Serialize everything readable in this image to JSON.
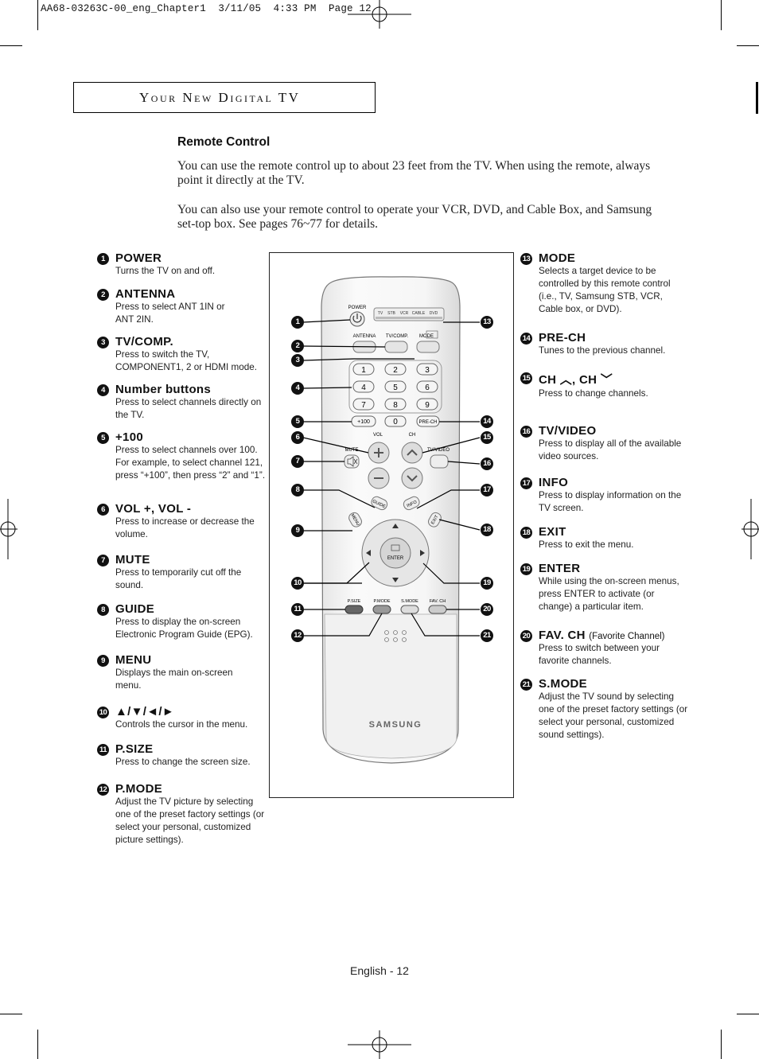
{
  "slug": "AA68-03263C-00_eng_Chapter1  3/11/05  4:33 PM  Page 12",
  "section_title": "Your New Digital TV",
  "heading": "Remote Control",
  "intro": [
    "You can use the remote control up to about 23 feet from the TV. When using the remote, always point it directly at the TV.",
    "You can also use your remote control to operate your VCR, DVD, and Cable Box, and Samsung set-top box. See pages 76~77 for details."
  ],
  "left_items": [
    {
      "num": "1",
      "label": "POWER",
      "desc": "Turns the TV on and off."
    },
    {
      "num": "2",
      "label": "ANTENNA",
      "desc": "Press to select ANT 1IN or ANT 2IN."
    },
    {
      "num": "3",
      "label": "TV/COMP.",
      "desc": "Press to switch the TV, COMPONENT1, 2 or HDMI mode."
    },
    {
      "num": "4",
      "label": "Number buttons",
      "desc": "Press to select channels directly on the TV."
    },
    {
      "num": "5",
      "label": "+100",
      "desc": "Press to select channels over 100. For example, to select channel 121, press “+100”, then press “2” and “1”."
    },
    {
      "num": "6",
      "label": "VOL +, VOL -",
      "desc": "Press to increase or decrease the volume."
    },
    {
      "num": "7",
      "label": "MUTE",
      "desc": "Press to temporarily cut off the sound."
    },
    {
      "num": "8",
      "label": "GUIDE",
      "desc": "Press to display the on-screen Electronic Program Guide (EPG)."
    },
    {
      "num": "9",
      "label": "MENU",
      "desc": "Displays the main on-screen menu."
    },
    {
      "num": "10",
      "label": "▲/▼/◄/►",
      "desc": "Controls the cursor in the menu."
    },
    {
      "num": "11",
      "label": "P.SIZE",
      "desc": "Press to change the screen size."
    },
    {
      "num": "12",
      "label": "P.MODE",
      "desc": "Adjust the TV picture by selecting one of the preset factory settings (or select your personal, customized picture settings)."
    }
  ],
  "right_items": [
    {
      "num": "13",
      "label": "MODE",
      "sub": "",
      "desc": "Selects a target device to be controlled by this remote control (i.e., TV, Samsung STB, VCR, Cable box, or DVD)."
    },
    {
      "num": "14",
      "label": "PRE-CH",
      "sub": "",
      "desc": "Tunes to the previous channel."
    },
    {
      "num": "15",
      "label": "CH ︿, CH ﹀",
      "sub": "",
      "desc": "Press to change channels."
    },
    {
      "num": "16",
      "label": "TV/VIDEO",
      "sub": "",
      "desc": "Press to display all of the available video sources."
    },
    {
      "num": "17",
      "label": "INFO",
      "sub": "",
      "desc": "Press to display information on the TV screen."
    },
    {
      "num": "18",
      "label": "EXIT",
      "sub": "",
      "desc": "Press to exit the menu."
    },
    {
      "num": "19",
      "label": "ENTER",
      "sub": "",
      "desc": "While using the on-screen menus, press ENTER to activate (or change) a particular item."
    },
    {
      "num": "20",
      "label": "FAV. CH",
      "sub": "(Favorite Channel)",
      "desc": "Press to switch between your favorite channels."
    },
    {
      "num": "21",
      "label": "S.MODE",
      "sub": "",
      "desc": "Adjust the TV sound by selecting one of the preset factory settings (or select your personal, customized sound settings)."
    }
  ],
  "remote": {
    "brand": "SAMSUNG",
    "power": "POWER",
    "modes": [
      "TV",
      "STB",
      "VCR",
      "CABLE",
      "DVD"
    ],
    "antenna": "ANTENNA",
    "tvcomp": "TV/COMP.",
    "mode": "MODE",
    "digits": [
      "1",
      "2",
      "3",
      "4",
      "5",
      "6",
      "7",
      "8",
      "9"
    ],
    "plus100": "+100",
    "zero": "0",
    "prech": "PRE-CH",
    "vol": "VOL",
    "ch": "CH",
    "mute": "MUTE",
    "tvvideo": "TV/VIDEO",
    "guide": "GUIDE",
    "info": "INFO",
    "menu": "MENU",
    "exit": "EXIT",
    "enter": "ENTER",
    "bottom_buttons": [
      "P.SIZE",
      "P.MODE",
      "S.MODE",
      "FAV. CH"
    ],
    "left_callouts": [
      "1",
      "2",
      "3",
      "4",
      "5",
      "6",
      "7",
      "8",
      "9",
      "10",
      "11",
      "12"
    ],
    "right_callouts": [
      "13",
      "14",
      "15",
      "16",
      "17",
      "18",
      "19",
      "20",
      "21"
    ]
  },
  "footer": "English - 12"
}
